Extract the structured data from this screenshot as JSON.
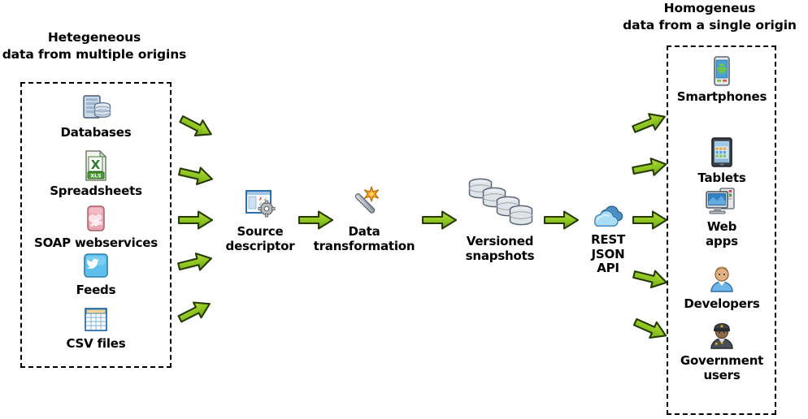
{
  "diagram": {
    "left_heading": "Hetegeneous\ndata from multiple origins",
    "right_heading": "Homogeneus\ndata from a single origin",
    "arrow_color": "#7ab317",
    "arrow_color_light": "#a8d32a",
    "arrow_outline": "#2e3b06",
    "box_border_color": "#000000",
    "sources": [
      {
        "label": "Databases",
        "icon": "database-server-icon"
      },
      {
        "label": "Spreadsheets",
        "icon": "xls-spreadsheet-icon"
      },
      {
        "label": "SOAP webservices",
        "icon": "soap-bar-icon"
      },
      {
        "label": "Feeds",
        "icon": "twitter-feed-icon"
      },
      {
        "label": "CSV files",
        "icon": "csv-table-icon"
      }
    ],
    "pipeline": [
      {
        "label": "Source\ndescriptor",
        "icon": "checklist-gear-icon"
      },
      {
        "label": "Data\ntransformation",
        "icon": "magic-wand-icon"
      },
      {
        "label": "Versioned\nsnapshots",
        "icon": "database-stack-icon"
      },
      {
        "label": "REST\nJSON\nAPI",
        "icon": "cloud-icon"
      }
    ],
    "consumers": [
      {
        "label": "Smartphones",
        "icon": "android-smartphone-icon"
      },
      {
        "label": "Tablets",
        "icon": "tablet-icon"
      },
      {
        "label": "Web\napps",
        "icon": "desktop-monitor-icon"
      },
      {
        "label": "Developers",
        "icon": "developer-person-icon"
      },
      {
        "label": "Government\nusers",
        "icon": "government-officer-icon"
      }
    ]
  }
}
